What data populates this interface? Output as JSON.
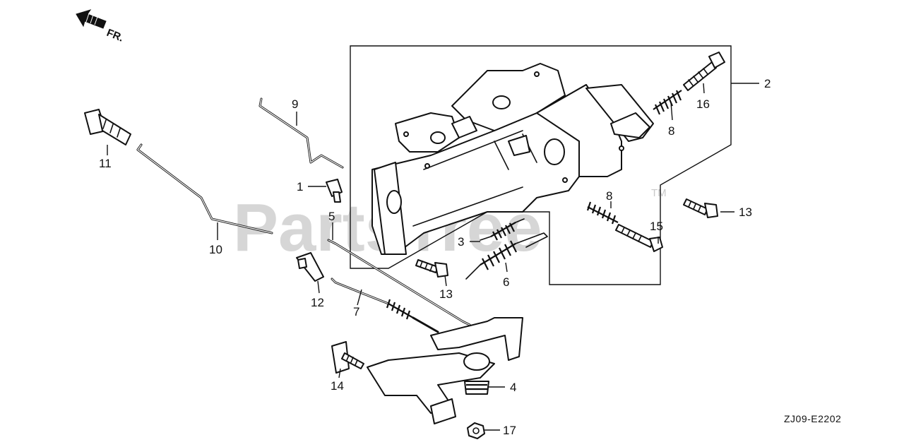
{
  "direction_marker": "FR.",
  "watermark": {
    "text": "PartsTree",
    "trademark": "TM"
  },
  "drawing_code": "ZJ09-E2202",
  "callouts": [
    {
      "id": "c1",
      "text": "1"
    },
    {
      "id": "c2",
      "text": "2"
    },
    {
      "id": "c3",
      "text": "3"
    },
    {
      "id": "c4",
      "text": "4"
    },
    {
      "id": "c5",
      "text": "5"
    },
    {
      "id": "c6",
      "text": "6"
    },
    {
      "id": "c7",
      "text": "7"
    },
    {
      "id": "c8a",
      "text": "8"
    },
    {
      "id": "c8b",
      "text": "8"
    },
    {
      "id": "c9",
      "text": "9"
    },
    {
      "id": "c10",
      "text": "10"
    },
    {
      "id": "c11",
      "text": "11"
    },
    {
      "id": "c12",
      "text": "12"
    },
    {
      "id": "c13a",
      "text": "13"
    },
    {
      "id": "c13b",
      "text": "13"
    },
    {
      "id": "c14",
      "text": "14"
    },
    {
      "id": "c15",
      "text": "15"
    },
    {
      "id": "c16",
      "text": "16"
    },
    {
      "id": "c17",
      "text": "17"
    }
  ]
}
